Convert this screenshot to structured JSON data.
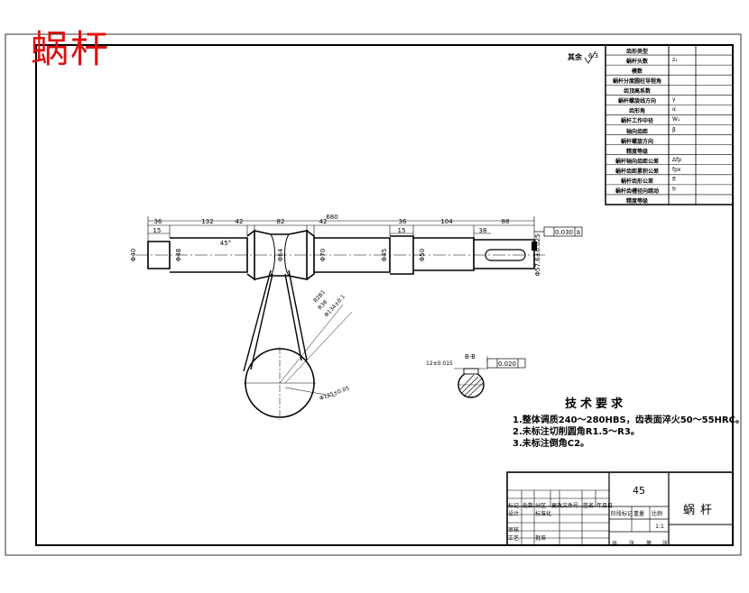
{
  "drawing": {
    "part_name": "蜗杆",
    "watermark_title": "蜗杆",
    "material": "45",
    "surface_mark": "其余",
    "surface_value": "6.3",
    "section_label": "B-B",
    "keyway_tol": "12±0.015",
    "tolerance_frames": [
      "0.030",
      "0.020"
    ],
    "datum_letters": [
      "B"
    ]
  },
  "dimensions": {
    "overall_length": "680",
    "lengths": [
      "36",
      "132",
      "42",
      "82",
      "42",
      "36",
      "104",
      "88",
      "15",
      "15",
      "38"
    ],
    "angle": "45°",
    "diameters": [
      "Φ40",
      "Φ48",
      "Φ64",
      "Φ70",
      "Φ45",
      "Φ50",
      "Φ57.6±0.025"
    ],
    "worm_labels": [
      "R2B1",
      "R38",
      "Φ134±0.1",
      "Φ125±0.05"
    ]
  },
  "params_table": {
    "rows": [
      {
        "label": "齿形类型",
        "value": ""
      },
      {
        "label": "蜗杆头数",
        "value": "z₁"
      },
      {
        "label": "模数",
        "value": ""
      },
      {
        "label": "蜗杆分度圆柱导程角",
        "value": ""
      },
      {
        "label": "齿顶高系数",
        "value": ""
      },
      {
        "label": "蜗杆螺旋线方向",
        "value": "γ"
      },
      {
        "label": "齿形角",
        "value": "α"
      },
      {
        "label": "蜗杆工作中径",
        "value": "W₁"
      },
      {
        "label": "轴向齿距",
        "value": "β"
      },
      {
        "label": "蜗杆螺旋方向",
        "value": ""
      },
      {
        "label": "精度等级",
        "value": ""
      },
      {
        "label": "蜗杆轴向齿距公差",
        "value": "Δfp"
      },
      {
        "label": "蜗杆齿距累积公差",
        "value": "fpx"
      },
      {
        "label": "蜗杆齿形公差",
        "value": "fl"
      },
      {
        "label": "蜗杆齿槽径向跳动",
        "value": "fr"
      },
      {
        "label": "精度等级",
        "value": ""
      }
    ]
  },
  "tech_requirements": {
    "heading": "技术要求",
    "items": [
      "1.整体调质240～280HBS，齿表面淬火50～55HRC。",
      "2.未标注切削圆角R1.5～R3。",
      "3.未标注倒角C2。"
    ]
  },
  "title_block": {
    "labels": [
      "标记",
      "处数",
      "分区",
      "更改文件号",
      "签名",
      "年月日",
      "设计",
      "标准化",
      "审核",
      "工艺",
      "批准",
      "阶段标记",
      "重量",
      "比例",
      "共",
      "张",
      "第",
      "张"
    ],
    "scale": "1:1"
  }
}
